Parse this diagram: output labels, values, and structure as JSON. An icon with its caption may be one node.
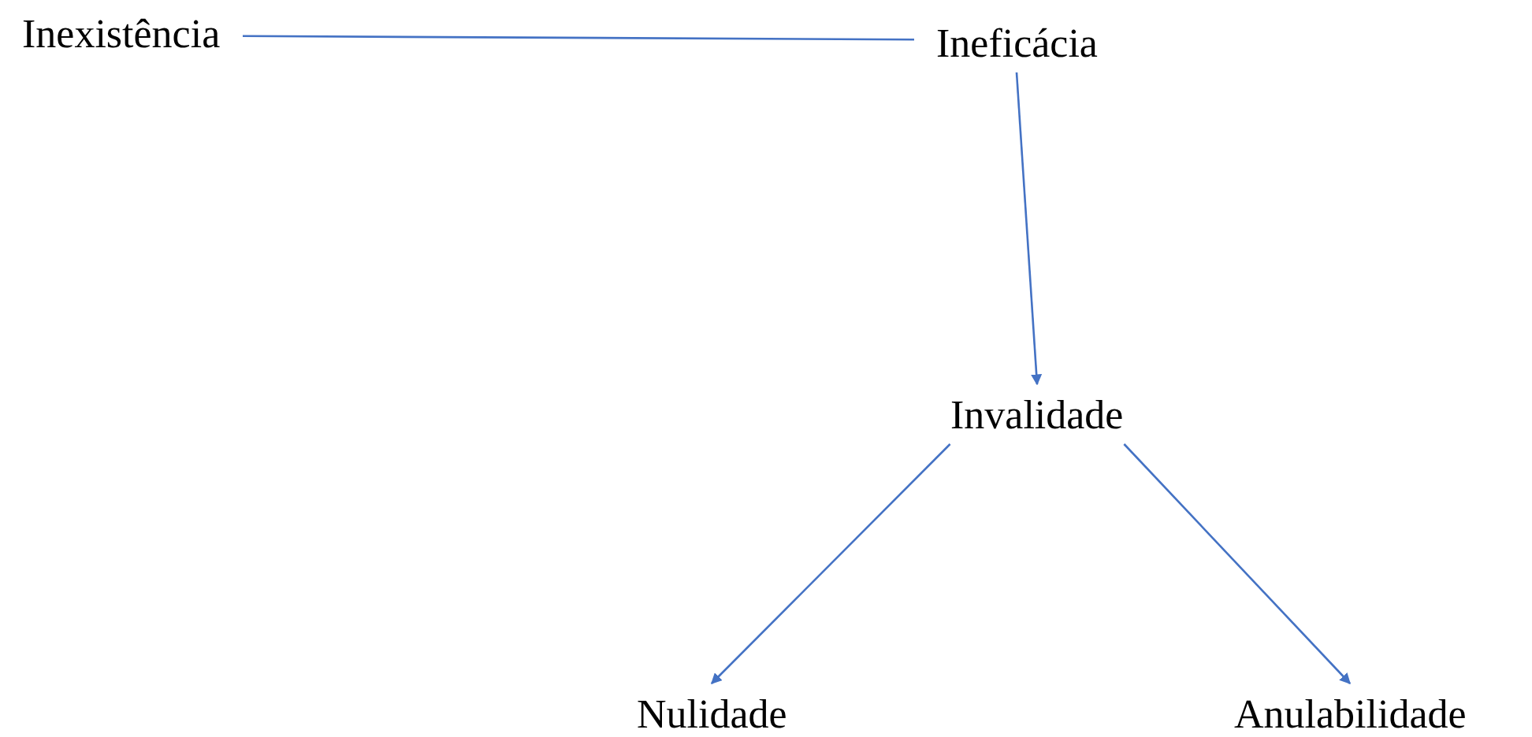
{
  "diagram": {
    "nodes": [
      {
        "text": [
          "Inexistência"
        ]
      },
      {
        "text": [
          "Ineficácia"
        ]
      },
      {
        "text": [
          "Invalidade"
        ]
      },
      {
        "text": [
          "Nulidade"
        ]
      },
      {
        "text": [
          "Anulabilidade"
        ]
      }
    ],
    "edges": [
      {
        "from": 0,
        "to": 1,
        "arrow": "none"
      },
      {
        "from": 1,
        "to": 2,
        "arrow": "to"
      },
      {
        "from": 2,
        "to": 3,
        "arrow": "to"
      },
      {
        "from": 2,
        "to": 4,
        "arrow": "to"
      }
    ]
  }
}
